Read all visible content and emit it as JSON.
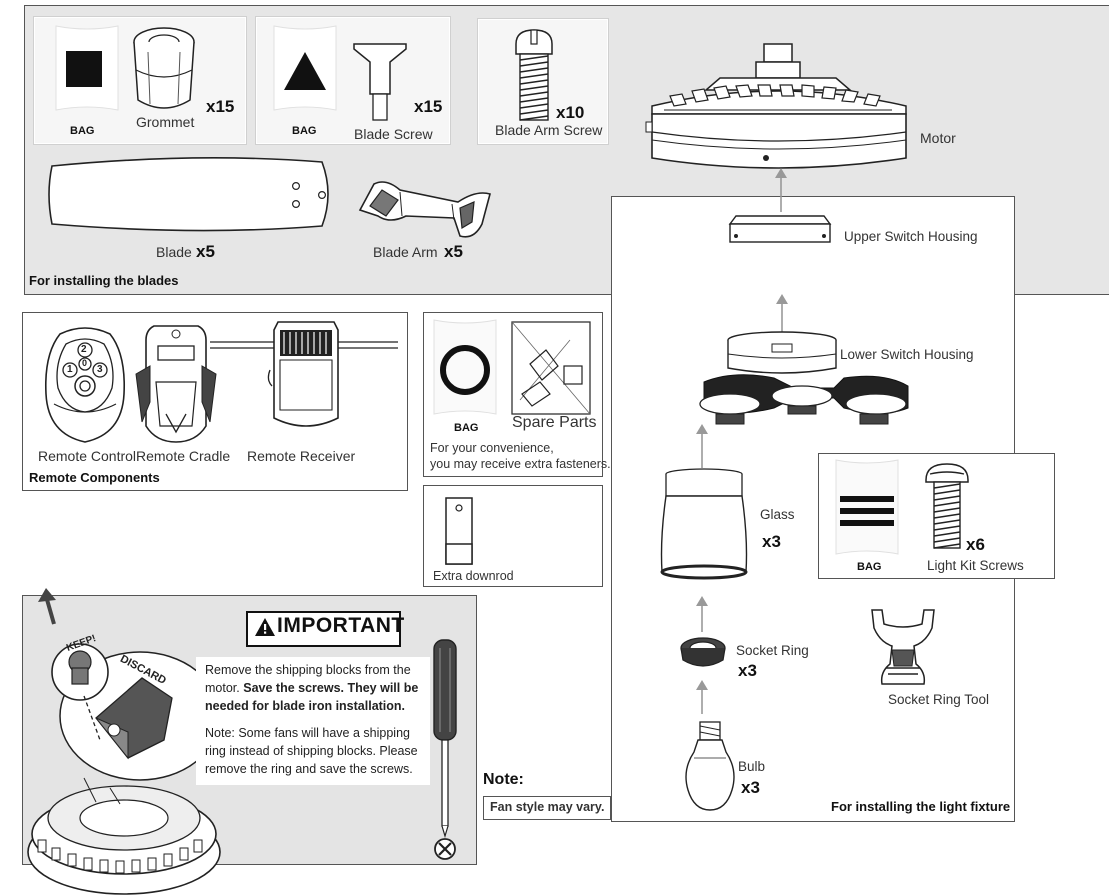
{
  "blades_section": {
    "title": "For installing the blades",
    "grommet": {
      "bag": "BAG",
      "name": "Grommet",
      "qty": "x15"
    },
    "blade_screw": {
      "bag": "BAG",
      "name": "Blade Screw",
      "qty": "x15"
    },
    "blade_arm_screw": {
      "name": "Blade Arm Screw",
      "qty": "x10"
    },
    "blade": {
      "name": "Blade",
      "qty": "x5"
    },
    "blade_arm": {
      "name": "Blade Arm",
      "qty": "x5"
    },
    "motor": {
      "name": "Motor"
    }
  },
  "remote_section": {
    "title": "Remote Components",
    "remote_control": "Remote Control",
    "remote_cradle": "Remote Cradle",
    "remote_receiver": "Remote Receiver",
    "remote_buttons": [
      "2",
      "1",
      "0",
      "3"
    ]
  },
  "spare_parts": {
    "bag": "BAG",
    "title": "Spare Parts",
    "note_line1": "For your convenience,",
    "note_line2": "you may receive extra fasteners."
  },
  "extra_downrod": {
    "name": "Extra downrod"
  },
  "important": {
    "heading": "IMPORTANT",
    "keep": "KEEP!",
    "discard": "DISCARD",
    "p1_a": "Remove the shipping blocks from the",
    "p1_b": "motor.",
    "p1_bold_a": "Save the screws. They will be",
    "p1_bold_b": "needed for blade iron installation.",
    "p2_a": "Note: Some fans will have a shipping",
    "p2_b": "ring instead of shipping blocks. Please",
    "p2_c": "remove the ring and save the screws."
  },
  "note": {
    "heading": "Note:",
    "text": "Fan style may vary."
  },
  "light_section": {
    "title": "For installing the light fixture",
    "upper_switch_housing": "Upper Switch Housing",
    "lower_switch_housing": "Lower Switch Housing",
    "glass": {
      "name": "Glass",
      "qty": "x3"
    },
    "socket_ring": {
      "name": "Socket Ring",
      "qty": "x3"
    },
    "bulb": {
      "name": "Bulb",
      "qty": "x3"
    },
    "socket_ring_tool": "Socket Ring Tool",
    "light_kit_screws": {
      "bag": "BAG",
      "name": "Light Kit Screws",
      "qty": "x6"
    }
  }
}
